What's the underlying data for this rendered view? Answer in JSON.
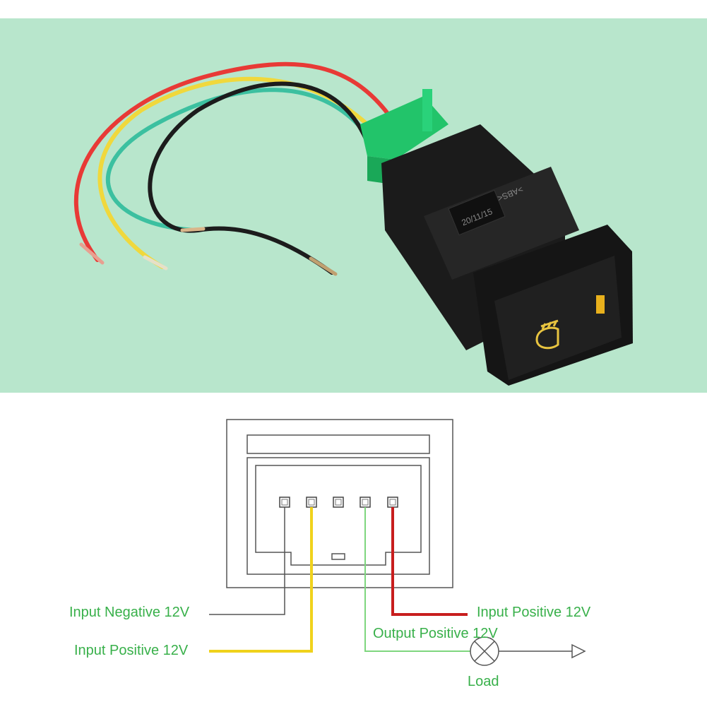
{
  "product_photo": {
    "description_icon": "fog-light-icon",
    "indicator": "amber-led-indicator",
    "wire_colors": [
      "#e83a36",
      "#f0d83c",
      "#3cc0a0",
      "#1c1c1c"
    ]
  },
  "diagram": {
    "labels": {
      "input_negative": "Input Negative 12V",
      "input_positive_left": "Input Positive 12V",
      "input_positive_right": "Input Positive 12V",
      "output_positive": "Output Positive 12V",
      "load": "Load"
    },
    "colors": {
      "label_text": "#38b04a",
      "negative_wire": "#555555",
      "yellow_wire": "#f0d21c",
      "green_wire": "#7ed67e",
      "red_wire": "#c81e1e"
    }
  }
}
